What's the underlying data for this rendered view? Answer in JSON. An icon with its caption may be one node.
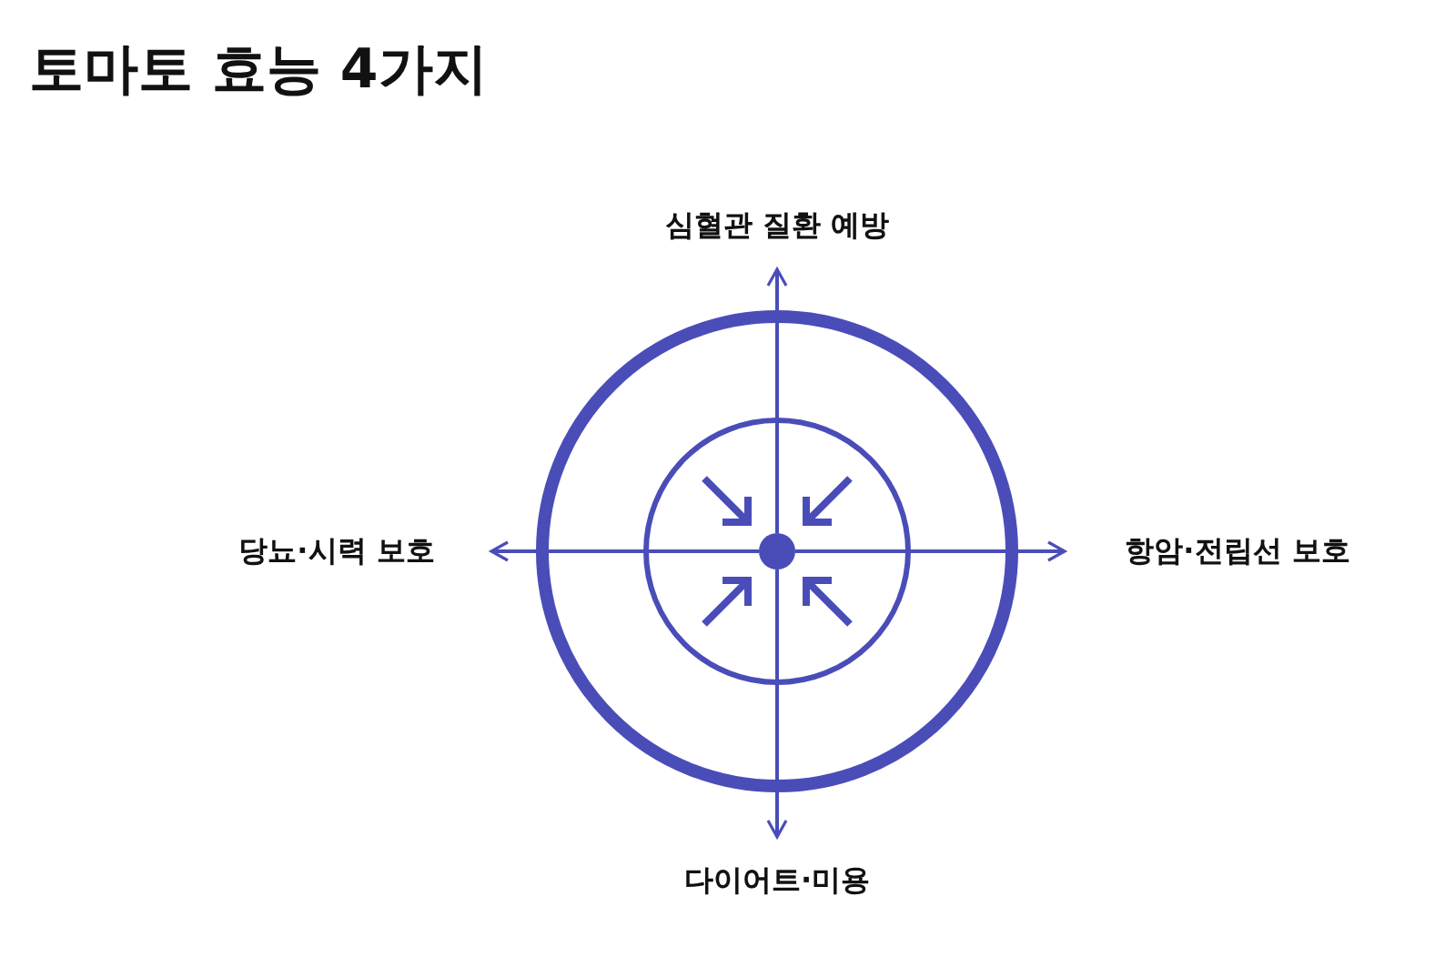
{
  "diagram": {
    "title": "토마토 효능 4가지",
    "nodes": [
      {
        "text": [
          "심혈관 질환 예방"
        ]
      },
      {
        "text": [
          "당뇨·시력 보호"
        ]
      },
      {
        "text": [
          "항암·전립선 보호"
        ]
      },
      {
        "text": [
          "다이어트·미용"
        ]
      },
      {
        "text": [],
        "shape": "circle"
      }
    ],
    "edges": [
      {
        "from": 4,
        "to": 0,
        "arrow": "to"
      },
      {
        "from": 4,
        "to": 1,
        "arrow": "to"
      },
      {
        "from": 4,
        "to": 2,
        "arrow": "to"
      },
      {
        "from": 4,
        "to": 3,
        "arrow": "to"
      }
    ]
  }
}
